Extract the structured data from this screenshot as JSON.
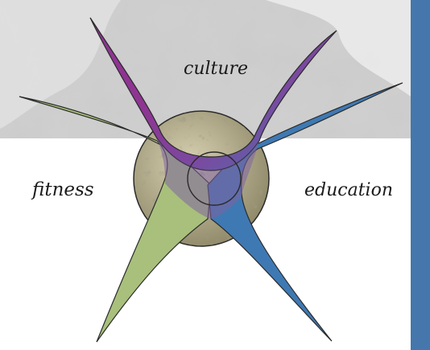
{
  "labels": {
    "top": "culture",
    "left": "fitness",
    "right": "education"
  },
  "colors": {
    "purple": "#8e3592",
    "green": "#a8c07c",
    "blue": "#3f79b3",
    "side_bar": "#4577ad",
    "outline": "#2a2a2a",
    "sphere": "#b5ad8a"
  }
}
